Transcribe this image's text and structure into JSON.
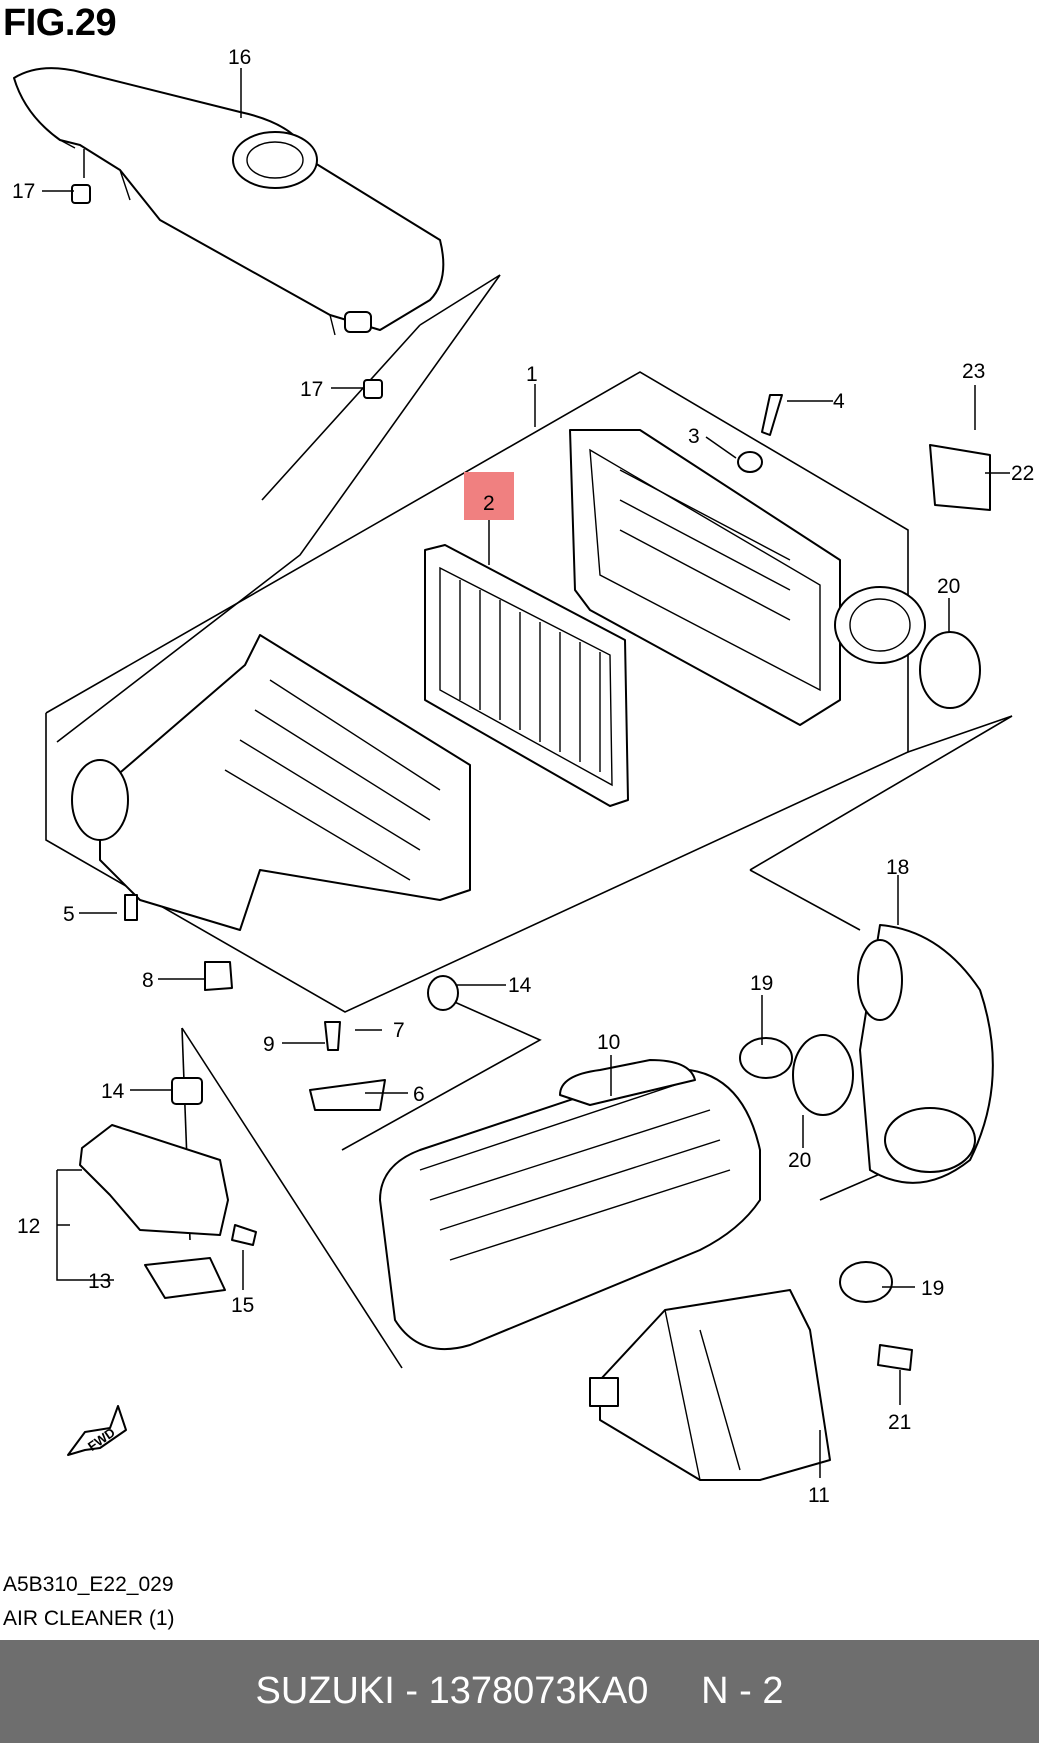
{
  "figure": {
    "title": "FIG.29",
    "code": "A5B310_E22_029",
    "caption": "AIR CLEANER (1)"
  },
  "callouts": [
    {
      "id": "16",
      "label": "16"
    },
    {
      "id": "17a",
      "label": "17"
    },
    {
      "id": "17b",
      "label": "17"
    },
    {
      "id": "1",
      "label": "1"
    },
    {
      "id": "2",
      "label": "2",
      "highlighted": true
    },
    {
      "id": "3",
      "label": "3"
    },
    {
      "id": "4",
      "label": "4"
    },
    {
      "id": "23",
      "label": "23"
    },
    {
      "id": "22",
      "label": "22"
    },
    {
      "id": "20a",
      "label": "20"
    },
    {
      "id": "18",
      "label": "18"
    },
    {
      "id": "5",
      "label": "5"
    },
    {
      "id": "8",
      "label": "8"
    },
    {
      "id": "14a",
      "label": "14"
    },
    {
      "id": "9",
      "label": "9"
    },
    {
      "id": "7",
      "label": "7"
    },
    {
      "id": "6",
      "label": "6"
    },
    {
      "id": "19a",
      "label": "19"
    },
    {
      "id": "10",
      "label": "10"
    },
    {
      "id": "14b",
      "label": "14"
    },
    {
      "id": "20b",
      "label": "20"
    },
    {
      "id": "12",
      "label": "12"
    },
    {
      "id": "13",
      "label": "13"
    },
    {
      "id": "15",
      "label": "15"
    },
    {
      "id": "19b",
      "label": "19"
    },
    {
      "id": "21",
      "label": "21"
    },
    {
      "id": "11",
      "label": "11"
    }
  ],
  "forward_marker": {
    "text": "FWD"
  },
  "highlight_color": "#f08080",
  "footer": {
    "brand": "SUZUKI",
    "separator": "-",
    "part_number": "1378073KA0",
    "position": "N - 2",
    "background": "#6e6e6e"
  }
}
